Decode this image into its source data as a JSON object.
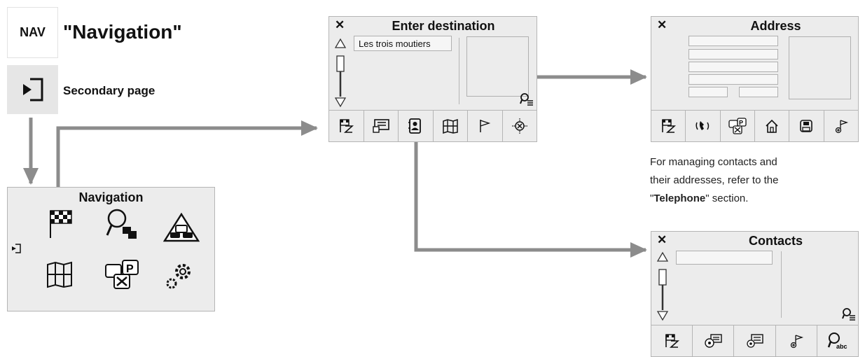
{
  "header": {
    "nav_badge": "NAV",
    "title": "\"Navigation\"",
    "secondary_label": "Secondary page"
  },
  "navigation_panel": {
    "title": "Navigation",
    "icons": [
      "checkered-flag-icon",
      "search-poi-icon",
      "traffic-icon",
      "map-icon",
      "parking-services-icon",
      "settings-gears-icon"
    ]
  },
  "enter_destination": {
    "title": "Enter destination",
    "field_value": "Les trois moutiers",
    "toolbar_icons": [
      "route-flag-icon",
      "address-card-icon",
      "contacts-icon",
      "map-icon",
      "flag-icon",
      "location-target-icon"
    ]
  },
  "address": {
    "title": "Address",
    "toolbar_icons": [
      "route-flag-icon",
      "phone-call-icon",
      "poi-icon",
      "home-icon",
      "save-icon",
      "add-waypoint-icon"
    ]
  },
  "contacts": {
    "title": "Contacts",
    "toolbar_icons": [
      "route-flag-icon",
      "contact-locate-icon",
      "contact-add-icon",
      "add-waypoint-icon",
      "search-abc-icon"
    ]
  },
  "note": {
    "line1": "For managing contacts and",
    "line2": "their addresses, refer to the",
    "quote_open": "\"",
    "bold": "Telephone",
    "quote_close": "\" section."
  },
  "colors": {
    "arrow": "#8c8c8c",
    "panel_bg": "#ececec",
    "border": "#b5b5b5"
  }
}
